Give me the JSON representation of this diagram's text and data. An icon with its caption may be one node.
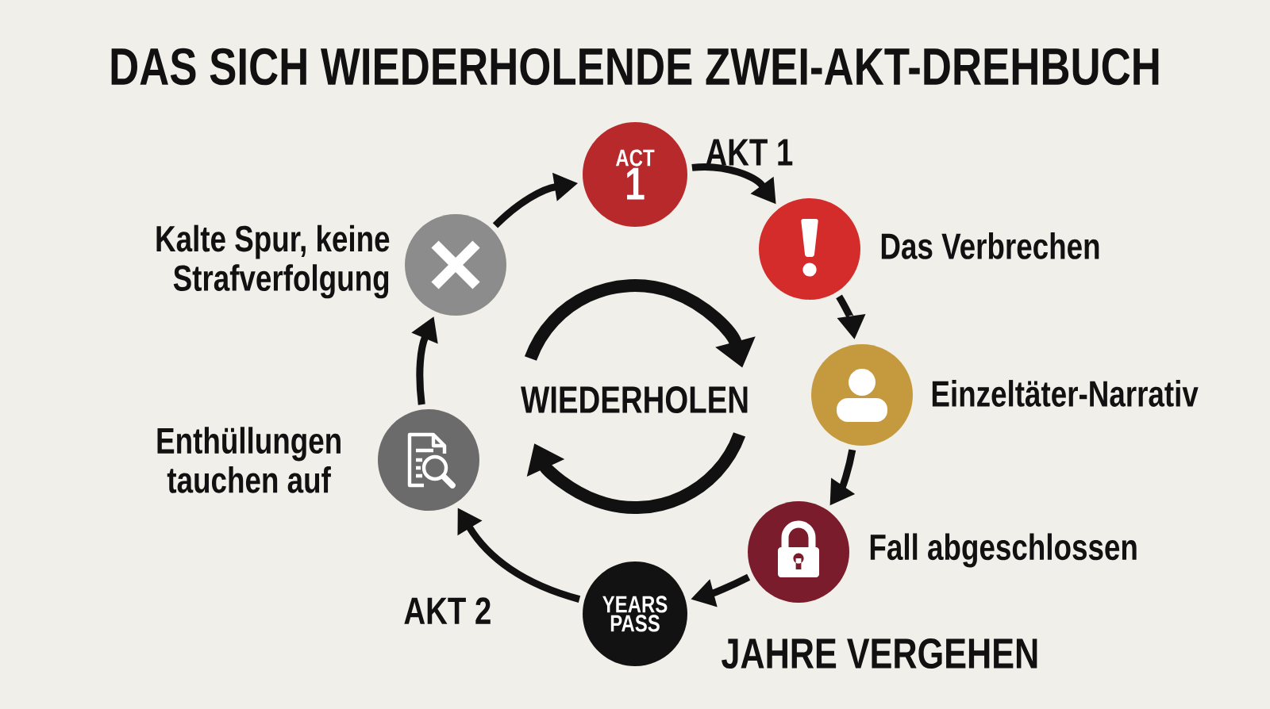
{
  "diagram": {
    "title": "DAS SICH WIEDERHOLENDE ZWEI-AKT-DREHBUCH",
    "nodes": [
      {
        "text": [
          "ACT",
          "1"
        ],
        "beside": [
          "AKT 1"
        ]
      },
      {
        "text": [],
        "shape": "circle",
        "beside": [
          "Das Verbrechen"
        ]
      },
      {
        "text": [],
        "shape": "circle",
        "beside": [
          "Einzeltäter-Narrativ"
        ]
      },
      {
        "text": [],
        "shape": "circle",
        "beside": [
          "Fall abgeschlossen"
        ]
      },
      {
        "text": [
          "YEARS PASS"
        ],
        "beside": [
          "JAHRE VERGEHEN"
        ]
      },
      {
        "text": [],
        "shape": "circle",
        "beside": [
          "Enthüllungen tauchen auf"
        ]
      },
      {
        "text": [],
        "shape": "circle",
        "beside": [
          "Kalte Spur, keine Strafverfolgung"
        ]
      }
    ],
    "edges": [
      {
        "from": 0,
        "to": 1,
        "arrow": "to"
      },
      {
        "from": 1,
        "to": 2,
        "arrow": "to"
      },
      {
        "from": 2,
        "to": 3,
        "arrow": "to"
      },
      {
        "from": 3,
        "to": 4,
        "arrow": "to"
      },
      {
        "from": 4,
        "to": 5,
        "arrow": "to"
      },
      {
        "from": 5,
        "to": 6,
        "arrow": "to"
      },
      {
        "from": 6,
        "to": 0,
        "arrow": "to"
      }
    ],
    "labels": [
      "WIEDERHOLEN",
      "AKT 2"
    ]
  }
}
